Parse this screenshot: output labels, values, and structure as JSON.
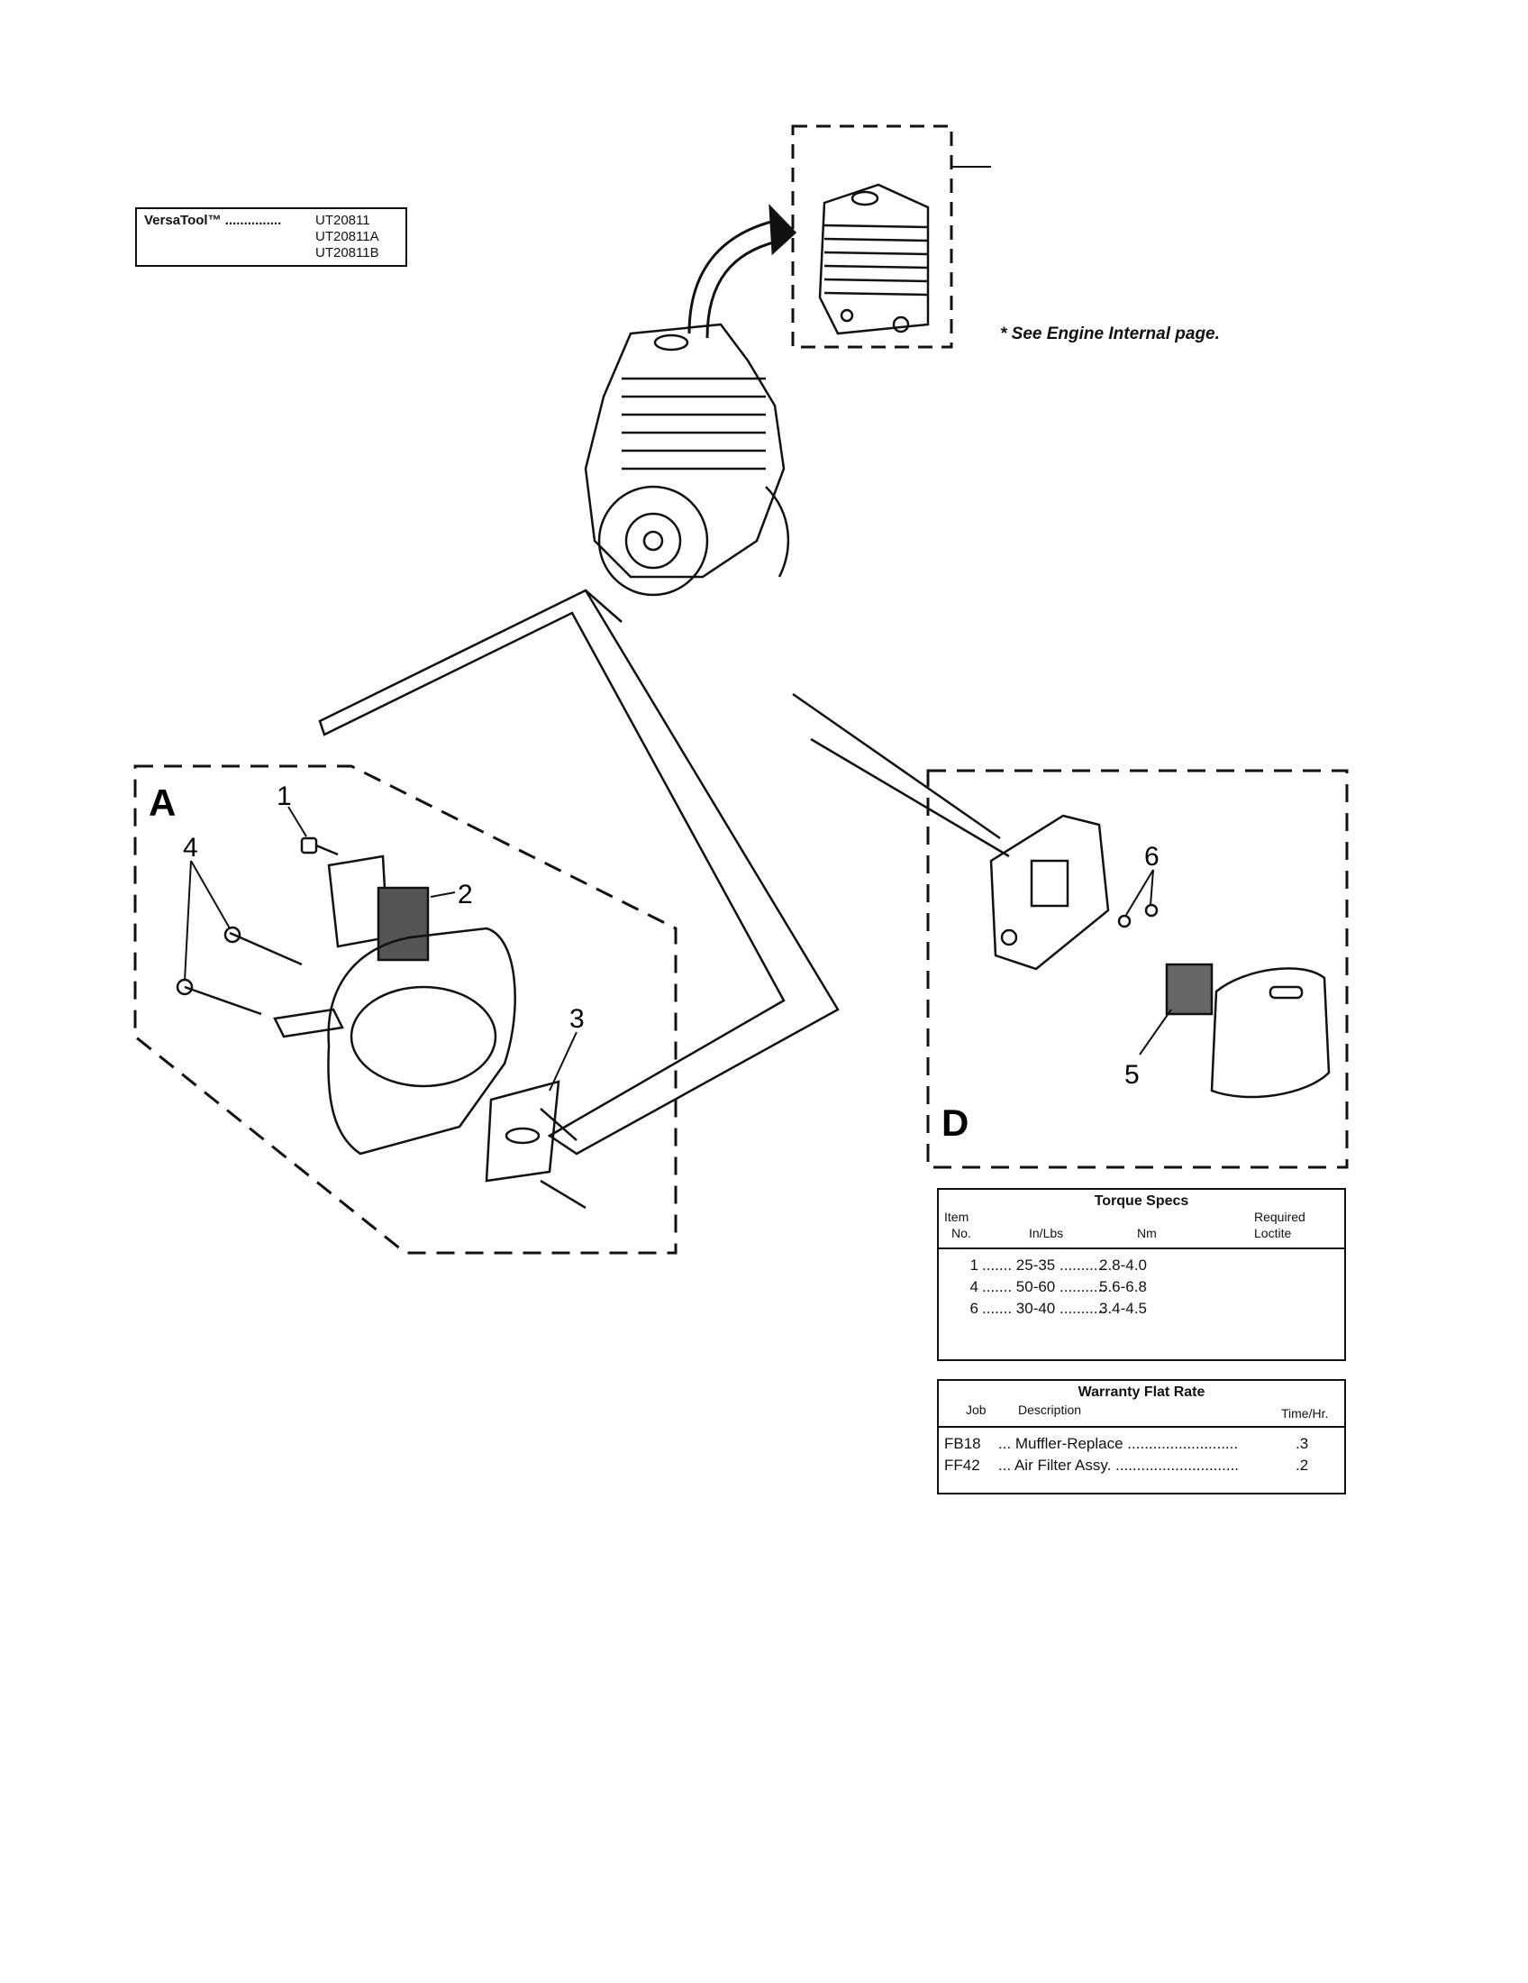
{
  "model_box": {
    "name": "VersaTool™ ...............",
    "models": [
      "UT20811",
      "UT20811A",
      "UT20811B"
    ]
  },
  "callout": {
    "text": "* See Engine Internal page."
  },
  "sections": {
    "a_label": "A",
    "d_label": "D"
  },
  "part_labels": {
    "p1": "1",
    "p2": "2",
    "p3": "3",
    "p4": "4",
    "p5": "5",
    "p6": "6"
  },
  "torque_specs": {
    "title": "Torque Specs",
    "headers": {
      "item": "Item",
      "no": "No.",
      "in_lbs": "In/Lbs",
      "nm": "Nm",
      "required": "Required",
      "loctite": "Loctite"
    },
    "rows": [
      {
        "item": "1",
        "in_lbs": "....... 25-35 ...........",
        "nm": "2.8-4.0"
      },
      {
        "item": "4",
        "in_lbs": "....... 50-60 ...........",
        "nm": "5.6-6.8"
      },
      {
        "item": "6",
        "in_lbs": "....... 30-40 ...........",
        "nm": "3.4-4.5"
      }
    ]
  },
  "warranty": {
    "title": "Warranty Flat Rate",
    "headers": {
      "job": "Job",
      "description": "Description",
      "time": "Time/Hr."
    },
    "rows": [
      {
        "job": "FB18",
        "description": "... Muffler-Replace ..........................",
        "time": ".3"
      },
      {
        "job": "FF42",
        "description": "... Air Filter Assy. .............................",
        "time": ".2"
      }
    ]
  }
}
